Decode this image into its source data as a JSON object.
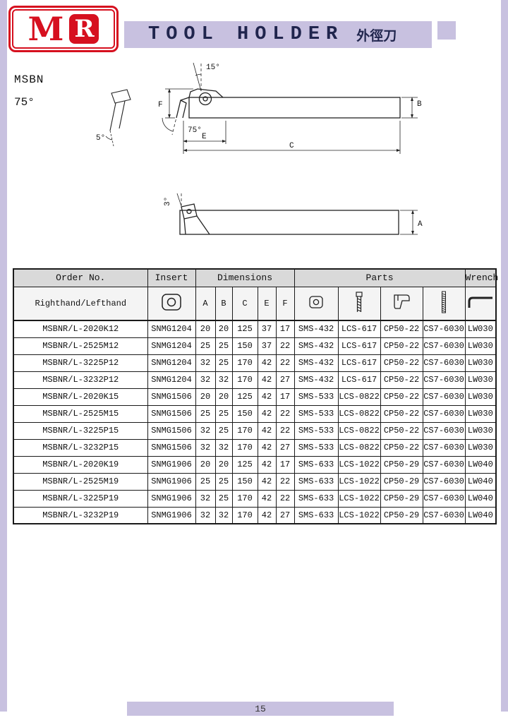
{
  "header": {
    "logo_m": "M",
    "logo_r": "R",
    "title": "TOOL HOLDER",
    "title_cjk": "外徑刀"
  },
  "model": {
    "name": "MSBN",
    "angle": "75°"
  },
  "diagram_side": {
    "angle_top": "15°",
    "angle_clearance": "5°",
    "angle_main": "75°",
    "dim_f": "F",
    "dim_b": "B",
    "dim_e": "E",
    "dim_c": "C"
  },
  "diagram_top": {
    "angle_incline": "3°",
    "dim_a": "A"
  },
  "icons": {
    "insert": "insert-icon",
    "shim": "shim-icon",
    "clamp_screw": "screw-icon",
    "clamp": "clamp-icon",
    "stud": "stud-icon",
    "wrench": "wrench-icon"
  },
  "table": {
    "headers": {
      "order_no": "Order No.",
      "insert": "Insert",
      "dimensions": "Dimensions",
      "parts": "Parts",
      "wrench": "Wrench",
      "hand": "Righthand/Lefthand",
      "dims": [
        "A",
        "B",
        "C",
        "E",
        "F"
      ]
    },
    "rows": [
      [
        "MSBNR/L-2020K12",
        "SNMG1204",
        "20",
        "20",
        "125",
        "37",
        "17",
        "SMS-432",
        "LCS-617",
        "CP50-22",
        "CS7-6030",
        "LW030"
      ],
      [
        "MSBNR/L-2525M12",
        "SNMG1204",
        "25",
        "25",
        "150",
        "37",
        "22",
        "SMS-432",
        "LCS-617",
        "CP50-22",
        "CS7-6030",
        "LW030"
      ],
      [
        "MSBNR/L-3225P12",
        "SNMG1204",
        "32",
        "25",
        "170",
        "42",
        "22",
        "SMS-432",
        "LCS-617",
        "CP50-22",
        "CS7-6030",
        "LW030"
      ],
      [
        "MSBNR/L-3232P12",
        "SNMG1204",
        "32",
        "32",
        "170",
        "42",
        "27",
        "SMS-432",
        "LCS-617",
        "CP50-22",
        "CS7-6030",
        "LW030"
      ],
      [
        "MSBNR/L-2020K15",
        "SNMG1506",
        "20",
        "20",
        "125",
        "42",
        "17",
        "SMS-533",
        "LCS-0822",
        "CP50-22",
        "CS7-6030",
        "LW030"
      ],
      [
        "MSBNR/L-2525M15",
        "SNMG1506",
        "25",
        "25",
        "150",
        "42",
        "22",
        "SMS-533",
        "LCS-0822",
        "CP50-22",
        "CS7-6030",
        "LW030"
      ],
      [
        "MSBNR/L-3225P15",
        "SNMG1506",
        "32",
        "25",
        "170",
        "42",
        "22",
        "SMS-533",
        "LCS-0822",
        "CP50-22",
        "CS7-6030",
        "LW030"
      ],
      [
        "MSBNR/L-3232P15",
        "SNMG1506",
        "32",
        "32",
        "170",
        "42",
        "27",
        "SMS-533",
        "LCS-0822",
        "CP50-22",
        "CS7-6030",
        "LW030"
      ],
      [
        "MSBNR/L-2020K19",
        "SNMG1906",
        "20",
        "20",
        "125",
        "42",
        "17",
        "SMS-633",
        "LCS-1022",
        "CP50-29",
        "CS7-6030",
        "LW040"
      ],
      [
        "MSBNR/L-2525M19",
        "SNMG1906",
        "25",
        "25",
        "150",
        "42",
        "22",
        "SMS-633",
        "LCS-1022",
        "CP50-29",
        "CS7-6030",
        "LW040"
      ],
      [
        "MSBNR/L-3225P19",
        "SNMG1906",
        "32",
        "25",
        "170",
        "42",
        "22",
        "SMS-633",
        "LCS-1022",
        "CP50-29",
        "CS7-6030",
        "LW040"
      ],
      [
        "MSBNR/L-3232P19",
        "SNMG1906",
        "32",
        "32",
        "170",
        "42",
        "27",
        "SMS-633",
        "LCS-1022",
        "CP50-29",
        "CS7-6030",
        "LW040"
      ]
    ]
  },
  "footer": {
    "page_number": "15"
  }
}
